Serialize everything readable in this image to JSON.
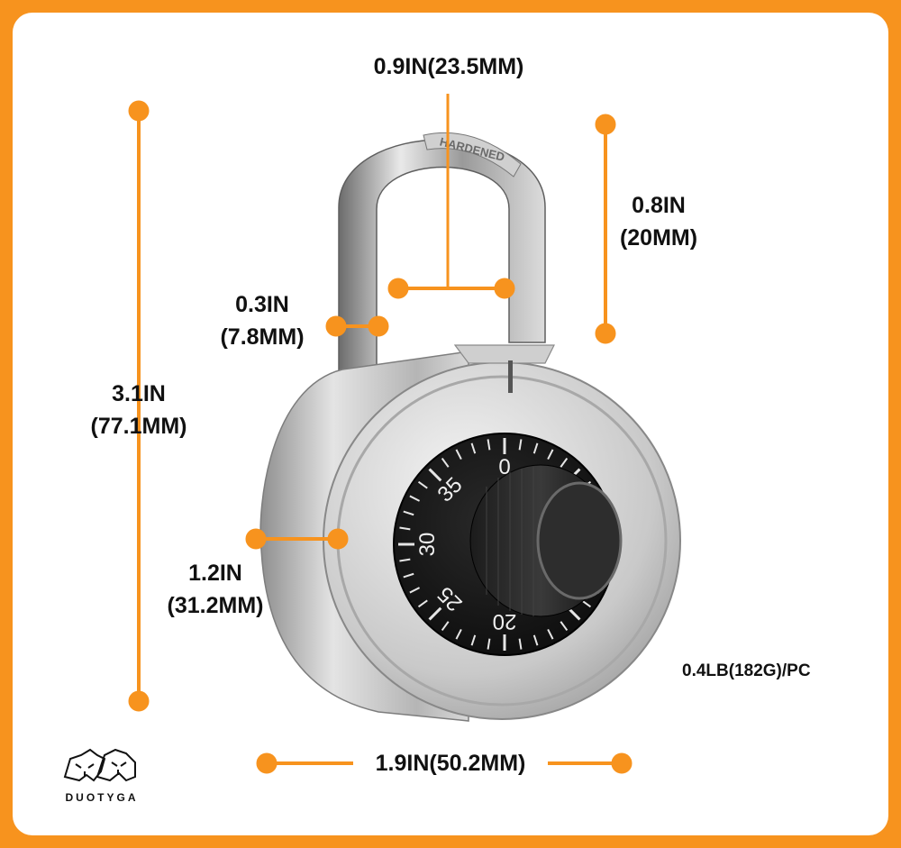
{
  "colors": {
    "accent": "#F7931E",
    "background": "#FFFFFF",
    "text": "#111111"
  },
  "product": {
    "shackle_text": "HARDENED",
    "dial_numbers": [
      "0",
      "35",
      "30",
      "25",
      "20"
    ]
  },
  "dimensions": {
    "shackle_width": "0.9IN(23.5MM)",
    "shackle_clearance_in": "0.8IN",
    "shackle_clearance_mm": "(20MM)",
    "shackle_diameter_in": "0.3IN",
    "shackle_diameter_mm": "(7.8MM)",
    "total_height_in": "3.1IN",
    "total_height_mm": "(77.1MM)",
    "body_depth_in": "1.2IN",
    "body_depth_mm": "(31.2MM)",
    "body_width": "1.9IN(50.2MM)"
  },
  "weight": "0.4LB(182G)/PC",
  "brand": {
    "name": "DUOTYGA",
    "logo": "tiger-head-logo"
  }
}
